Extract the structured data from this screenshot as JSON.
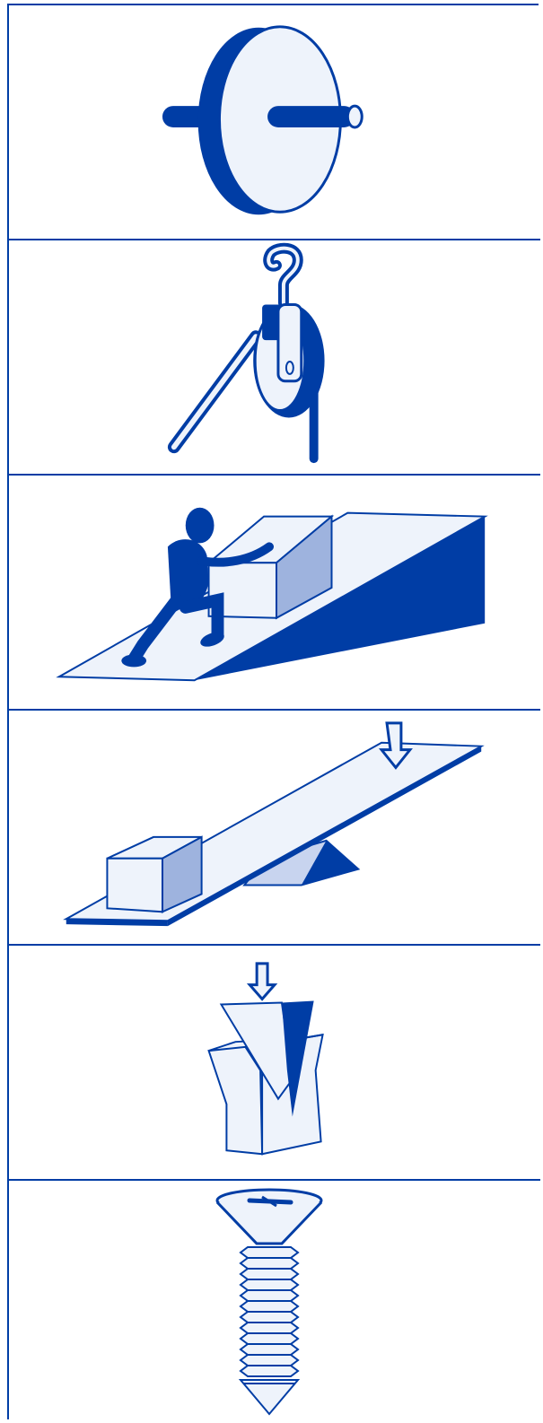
{
  "colors": {
    "primary": "#003da5",
    "fill_light": "#eef3fb",
    "fill_shade": "#9eb3de",
    "border": "#003da5"
  },
  "machines": [
    {
      "id": "wheel-and-axle",
      "icon": "wheel-and-axle-icon"
    },
    {
      "id": "pulley",
      "icon": "pulley-icon"
    },
    {
      "id": "inclined-plane",
      "icon": "inclined-plane-icon"
    },
    {
      "id": "lever",
      "icon": "lever-icon"
    },
    {
      "id": "wedge",
      "icon": "wedge-icon"
    },
    {
      "id": "screw",
      "icon": "screw-icon"
    }
  ]
}
